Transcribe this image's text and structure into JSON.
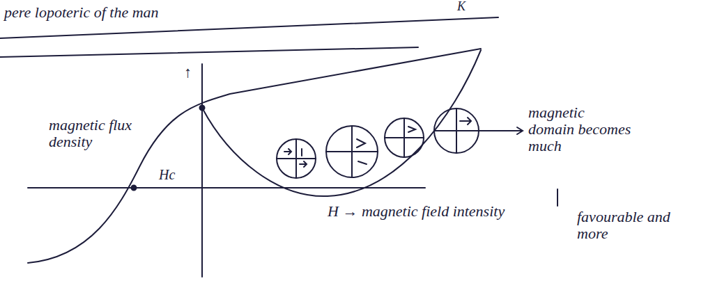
{
  "diagram": {
    "labels": [
      "pere lopoteric of the man",
      "K",
      "↑",
      "magnetic flux density",
      "Hc",
      "H → magnetic field intensity",
      "magnetic domain becomes much",
      "favourable and more"
    ]
  }
}
